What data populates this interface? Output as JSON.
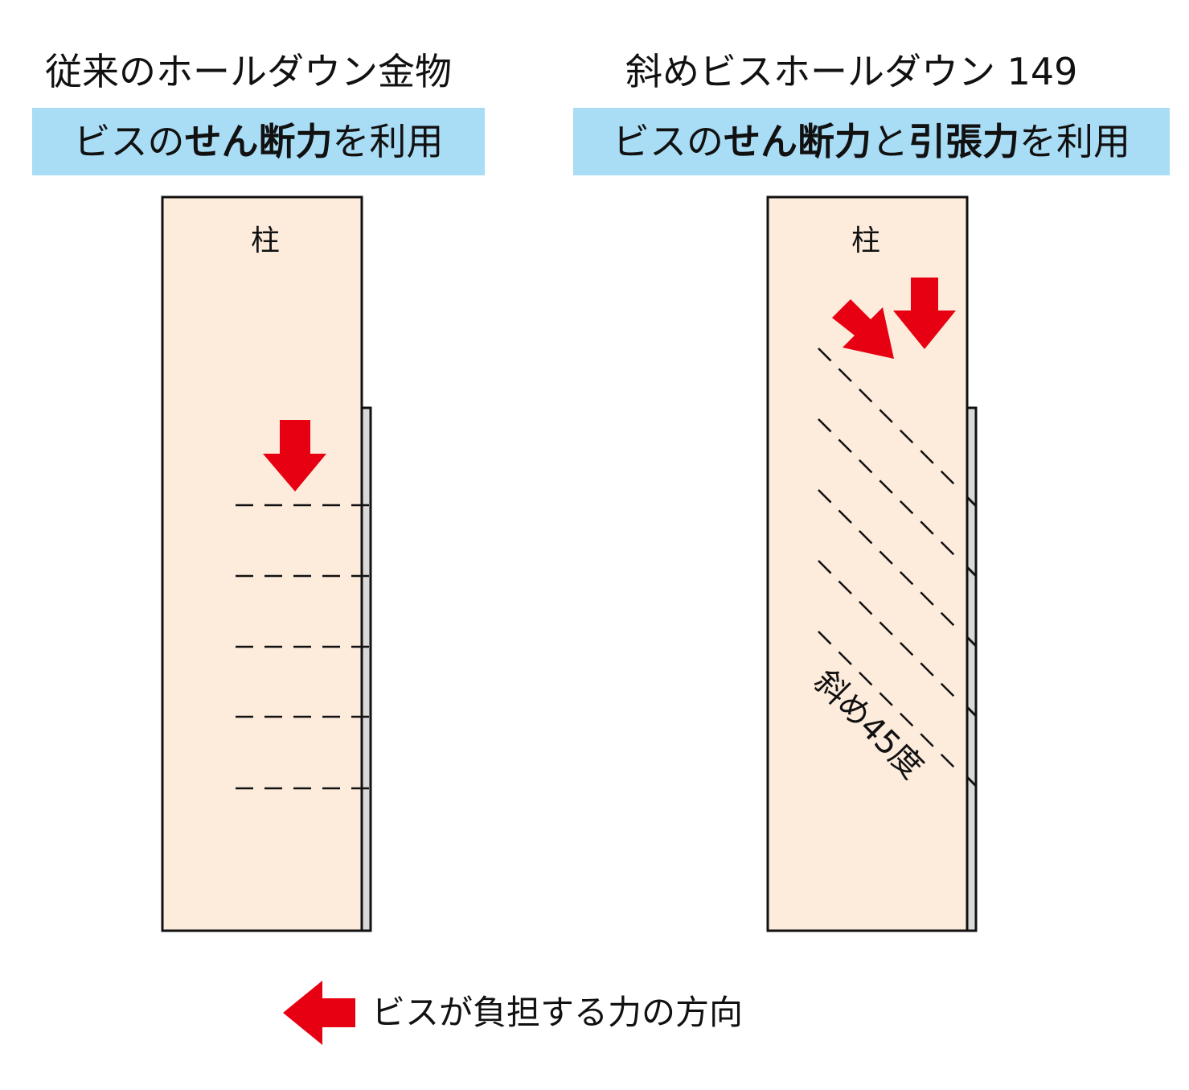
{
  "left": {
    "title": "従来のホールダウン金物",
    "banner": {
      "pre": "ビスの",
      "bold1": "せん断力",
      "post": "を利用"
    },
    "post_label": "柱"
  },
  "right": {
    "title": "斜めビスホールダウン 149",
    "banner": {
      "pre": "ビスの",
      "bold1": "せん断力",
      "mid": "と",
      "bold2": "引張力",
      "post": "を利用"
    },
    "post_label": "柱",
    "angle_label": "斜め45度"
  },
  "legend": {
    "label": "ビスが負担する力の方向"
  },
  "colors": {
    "post_fill": "#fdebdc",
    "banner": "#a9dcf5",
    "arrow": "#e60012",
    "plate": "#d9d9d9"
  }
}
